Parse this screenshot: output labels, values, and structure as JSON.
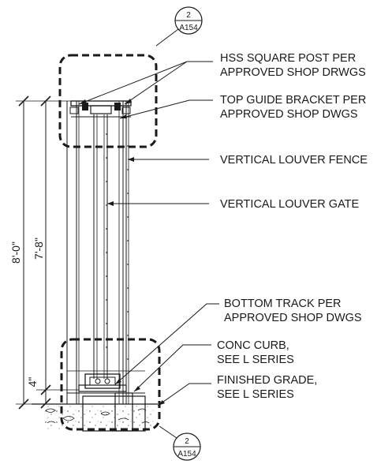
{
  "callouts": {
    "hss_post": [
      "HSS SQUARE POST PER",
      "APPROVED SHOP DRWGS"
    ],
    "top_guide": [
      "TOP GUIDE BRACKET PER",
      "APPROVED SHOP DWGS"
    ],
    "louver_fence": [
      "VERTICAL LOUVER FENCE"
    ],
    "louver_gate": [
      "VERTICAL LOUVER GATE"
    ],
    "bottom_track": [
      "BOTTOM TRACK PER",
      "APPROVED SHOP DWGS"
    ],
    "conc_curb": [
      "CONC CURB,",
      "SEE L SERIES"
    ],
    "finished_grade": [
      "FINISHED GRADE,",
      "SEE L SERIES"
    ]
  },
  "dimensions": {
    "overall": "8'-0\"",
    "panel": "7'-8\"",
    "bottom_gap": "4\""
  },
  "detail_tags": {
    "top": {
      "number": "2",
      "sheet": "A154"
    },
    "bottom": {
      "number": "2",
      "sheet": "A154"
    }
  }
}
